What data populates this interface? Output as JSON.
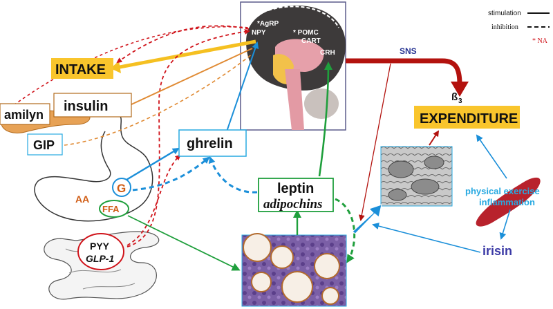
{
  "legend": {
    "stimulation": "stimulation",
    "inhibition": "inhibition",
    "na_note": "* NA"
  },
  "brain": {
    "agrp": "*AgRP",
    "npy": "NPY",
    "pomc": "* POMC",
    "cart": "CART",
    "crh": "CRH"
  },
  "nodes": {
    "intake": "INTAKE",
    "expenditure": "EXPENDITURE",
    "amilyn": "amilyn",
    "insulin": "insulin",
    "gip": "GIP",
    "ghrelin": "ghrelin",
    "g": "G",
    "aa": "AA",
    "ffa": "FFA",
    "pyy": "PYY",
    "glp1": "GLP-1",
    "leptin": "leptin",
    "adipochins": "adipochins",
    "sns": "SNS",
    "beta3_letter": "ß",
    "beta3_sub": "3",
    "exercise_line1": "physical exercise",
    "exercise_line2": "inflammation",
    "irisin": "irisin"
  },
  "colors": {
    "red": "#d0131a",
    "dark_red": "#b3120e",
    "orange": "#e08a33",
    "yellow_arrow": "#f5c021",
    "blue": "#1b8fd9",
    "green": "#1f9f3c",
    "highlight": "#f9c52c",
    "brain_dark": "#3d3a3a",
    "light_blue_text": "#27a9e1",
    "navy": "#283593"
  },
  "icons": {
    "brain": "brain-sagittal-icon",
    "stomach": "stomach-icon",
    "intestine": "intestine-icon",
    "pancreas": "pancreas-icon",
    "adipose": "adipose-tissue-micrograph-icon",
    "mitochondria": "mitochondria-micrograph-icon",
    "muscle": "muscle-icon"
  }
}
